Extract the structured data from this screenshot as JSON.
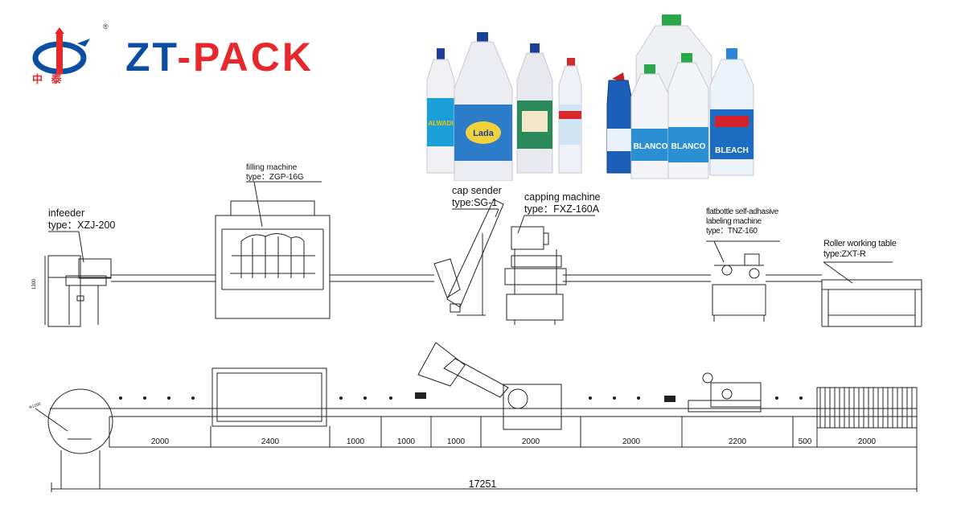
{
  "brand": {
    "name_left": "ZT",
    "name_dash": "-",
    "name_right": "PACK",
    "chinese": "中 泰",
    "registered": "®",
    "colors": {
      "blue": "#0b4ea2",
      "red": "#e6282d"
    }
  },
  "machines": {
    "infeeder": {
      "name": "infeeder",
      "type": "type：XZJ-200"
    },
    "filling": {
      "name": "filling machine",
      "type": "type：ZGP-16G"
    },
    "cap_sender": {
      "name": "cap sender",
      "type": "type:SG-1"
    },
    "capping": {
      "name": "capping machine",
      "type": "type：FXZ-160A"
    },
    "labeling": {
      "name_line1": "flatbottle self-adhasive",
      "name_line2": "labeling machine",
      "type": "type：TNZ-160"
    },
    "roller": {
      "name": "Roller working table",
      "type": "type:ZXT-R"
    }
  },
  "front_view": {
    "height_dim": "1300"
  },
  "plan_view": {
    "segments": [
      "2000",
      "2400",
      "1000",
      "1000",
      "1000",
      "2000",
      "2000",
      "2200",
      "500",
      "2000"
    ],
    "total": "17251",
    "turntable_dim": "Φ1200"
  },
  "bottles": {
    "labels": [
      "ALWADI",
      "Lada",
      "BLANCO",
      "BLANCO",
      "BLEACH"
    ]
  }
}
